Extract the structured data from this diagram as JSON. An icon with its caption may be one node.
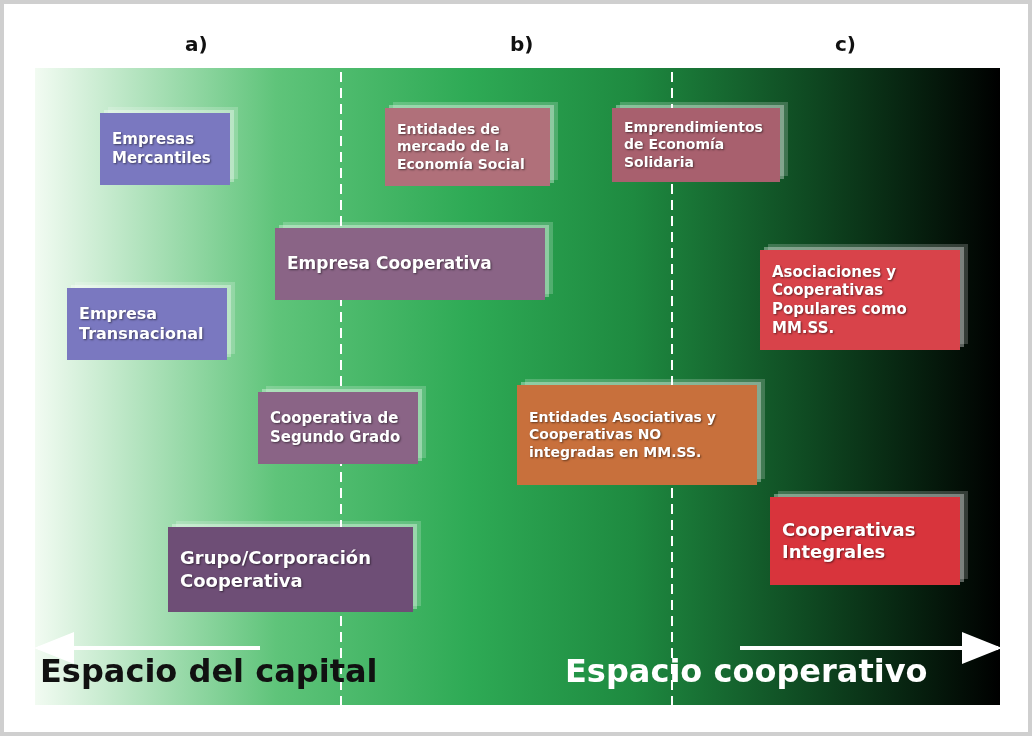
{
  "diagram": {
    "nodes": [
      {
        "text": [
          "Empresas Mercantiles"
        ]
      },
      {
        "text": [
          "Entidades de mercado de la Economía Social"
        ]
      },
      {
        "text": [
          "Emprendimientos de Economía Solidaria"
        ]
      },
      {
        "text": [
          "Empresa Cooperativa"
        ]
      },
      {
        "text": [
          "Empresa Transnacional"
        ]
      },
      {
        "text": [
          "Asociaciones y Cooperativas Populares como MM.SS."
        ]
      },
      {
        "text": [
          "Cooperativa de Segundo Grado"
        ]
      },
      {
        "text": [
          "Entidades Asociativas y Cooperativas NO integradas en MM.SS."
        ]
      },
      {
        "text": [
          "Grupo/Corporación Cooperativa"
        ]
      },
      {
        "text": [
          "Cooperativas Integrales"
        ]
      }
    ],
    "labels": [
      "a)",
      "b)",
      "c)",
      "Espacio del capital",
      "Espacio cooperativo"
    ]
  }
}
